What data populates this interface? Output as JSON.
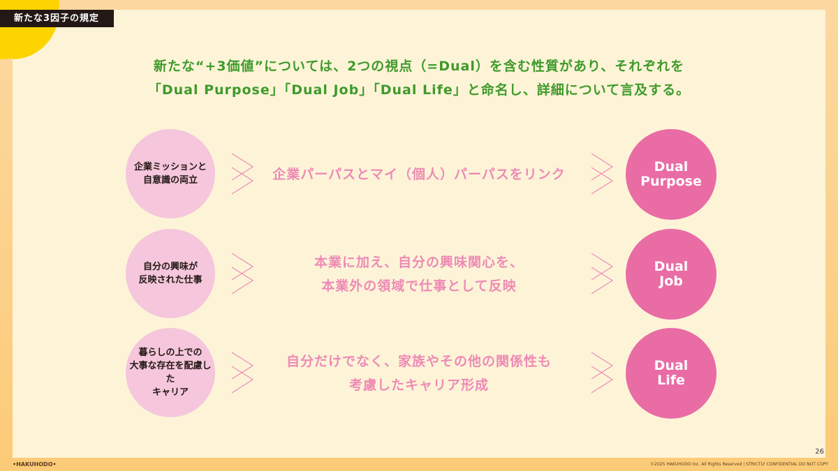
{
  "tag": "新たな3因子の規定",
  "headline": {
    "line1": "新たな“+3価値”については、2つの視点（=Dual）を含む性質があり、それぞれを",
    "line2": "「Dual Purpose」「Dual Job」「Dual Life」と命名し、詳細について言及する。"
  },
  "rows": [
    {
      "factor": [
        "企業ミッションと",
        "自意識の両立"
      ],
      "desc": [
        "企業パーパスとマイ（個人）パーパスをリンク"
      ],
      "name": [
        "Dual",
        "Purpose"
      ]
    },
    {
      "factor": [
        "自分の興味が",
        "反映された仕事"
      ],
      "desc": [
        "本業に加え、自分の興味関心を、",
        "本業外の領域で仕事として反映"
      ],
      "name": [
        "Dual",
        "Job"
      ]
    },
    {
      "factor": [
        "暮らしの上での",
        "大事な存在を配慮した",
        "キャリア"
      ],
      "desc": [
        "自分だけでなく、家族やその他の関係性も",
        "考慮したキャリア形成"
      ],
      "name": [
        "Dual",
        "Life"
      ]
    }
  ],
  "footer": {
    "page": "26",
    "logo": "•HAKUHODO•",
    "copyright": "©2025 HAKUHODO Inc. All Rights Reserved  |  STRICTLY CONFIDENTIAL  DO NOT COPY"
  }
}
